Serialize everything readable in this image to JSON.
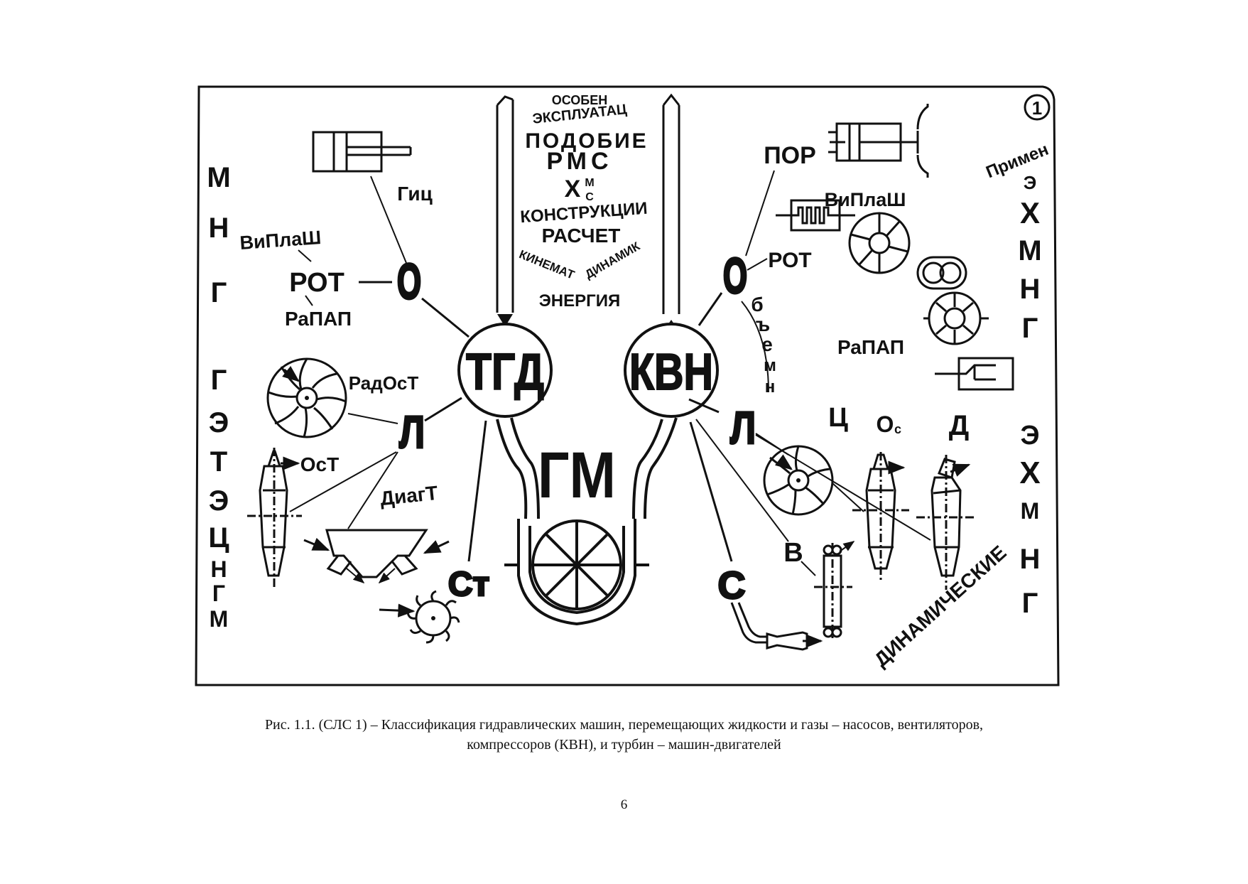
{
  "figure": {
    "number": "1",
    "center_left": "ТГД",
    "center_right": "КВН",
    "center_bottom": "ГМ",
    "top_column": [
      "ОСОБЕН",
      "ЭКСПЛУАТАЦ",
      "ПОДОБИЕ",
      "РМС",
      "Х",
      "М",
      "С",
      "КОНСТРУКЦИИ",
      "РАСЧЕТ",
      "КИНЕМАТ",
      "ДИНАМИК",
      "ЭНЕРГИЯ"
    ],
    "left": {
      "vertical_top": [
        "М",
        "Н",
        "Г"
      ],
      "vertical_bottom": [
        "Г",
        "Э",
        "Т",
        "Э",
        "Ц",
        "Н",
        "Г",
        "М"
      ],
      "o_node": "О",
      "l_node": "Л",
      "st_node": "Ст",
      "gic": "Гиц",
      "viplash": "ВиПлаШ",
      "rot": "РОТ",
      "rapap": "РаПАП",
      "radost": "РадОсТ",
      "ost": "ОсТ",
      "diagt": "ДиагТ"
    },
    "right": {
      "vertical_top": [
        "Э",
        "Х",
        "М",
        "Н",
        "Г"
      ],
      "vertical_bottom": [
        "Э",
        "Х",
        "М",
        "Н",
        "Г"
      ],
      "primen": "Примен",
      "por": "ПОР",
      "viplash": "ВиПлаШ",
      "rot": "РОТ",
      "o_node": "О",
      "obemn": [
        "б",
        "ъ",
        "е",
        "м",
        "н"
      ],
      "rapap": "РаПАП",
      "l_node": "Л",
      "c_node": "С",
      "ts": "Ц",
      "os": "О",
      "os_sub": "с",
      "d": "Д",
      "v": "В",
      "dinamicheskie": "ДИНАМИЧЕСКИЕ"
    }
  },
  "caption_line1": "Рис. 1.1. (СЛС 1) – Классификация гидравлических машин, перемещающих жидкости и газы – насосов, вентиляторов,",
  "caption_line2": "компрессоров (КВН), и турбин – машин-двигателей",
  "page_number": "6"
}
